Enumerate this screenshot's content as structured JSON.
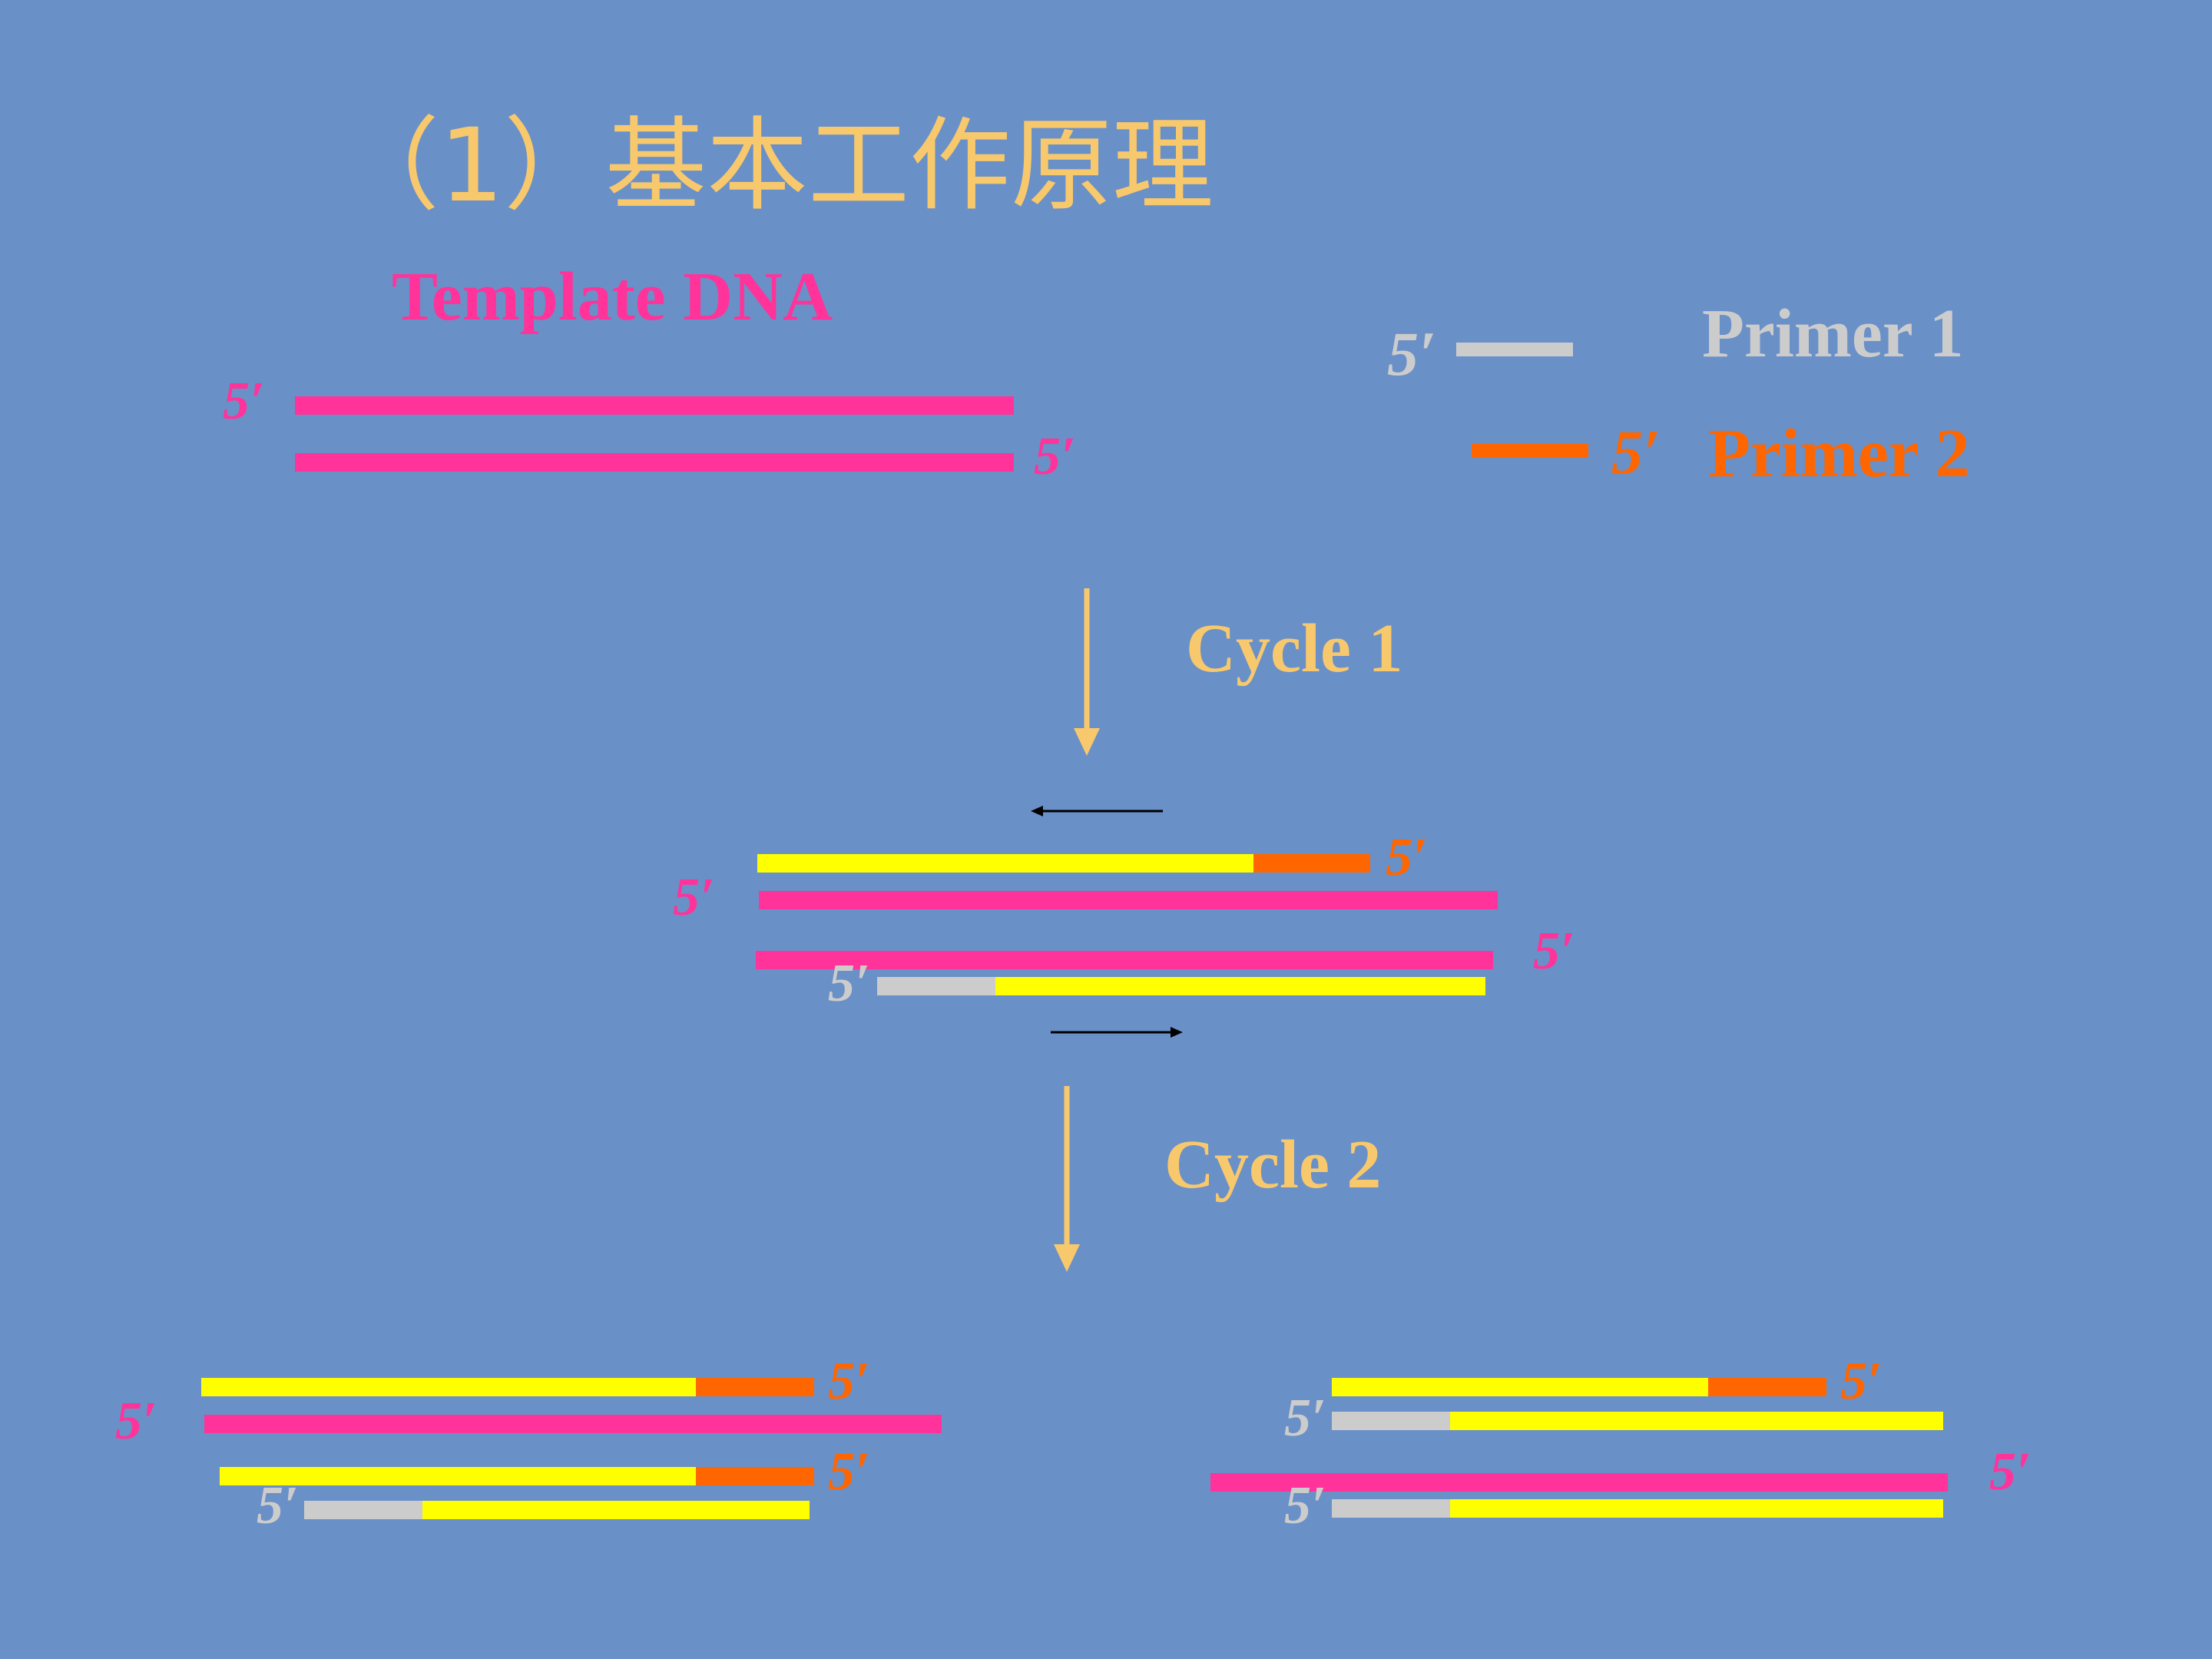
{
  "colors": {
    "background": "#6a90c8",
    "title": "#f8c86c",
    "template": "#ff3399",
    "primer1": "#cccccc",
    "primer2": "#ff6600",
    "new_strand": "#ffff00",
    "arrow_black": "#000000"
  },
  "slide": {
    "title": "（1）基本工作原理",
    "template_label": "Template DNA",
    "primer1_label": "Primer 1",
    "primer2_label": "Primer 2",
    "five_prime": "5′",
    "cycle1_label": "Cycle 1",
    "cycle2_label": "Cycle 2"
  }
}
